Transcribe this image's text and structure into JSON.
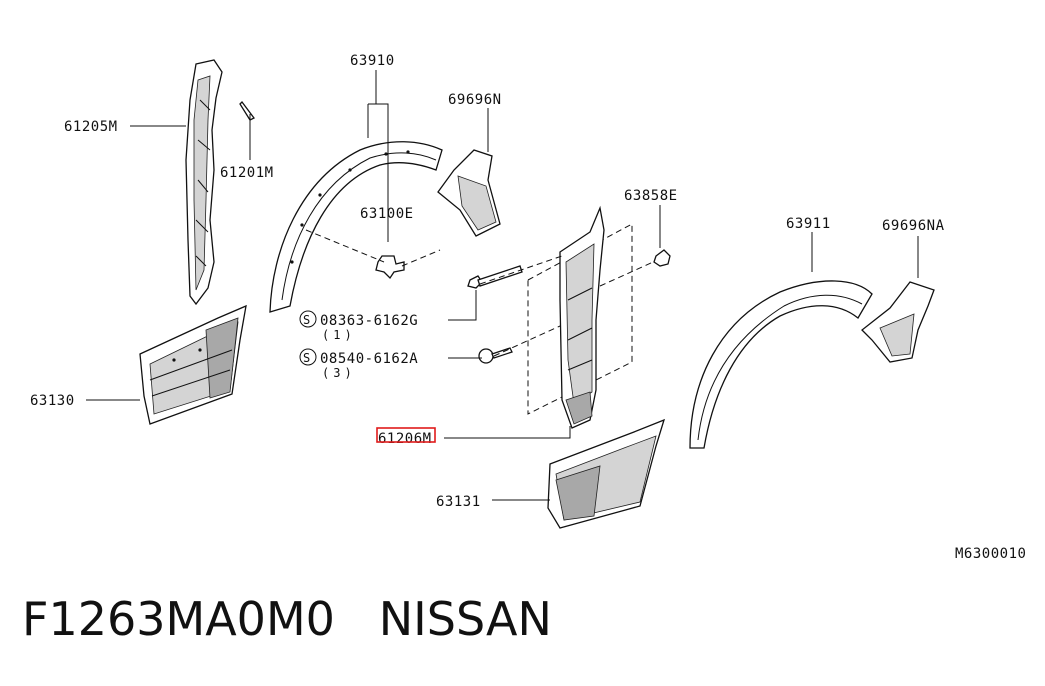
{
  "labels": {
    "p63910": "63910",
    "p69696n": "69696N",
    "p61205m": "61205M",
    "p61201m": "61201M",
    "p63100e": "63100E",
    "p63858e": "63858E",
    "p63911": "63911",
    "p69696na": "69696NA",
    "s_letter_1": "S",
    "p08363": "08363-6162G",
    "q1": "(1)",
    "s_letter_2": "S",
    "p08540": "08540-6162A",
    "q3": "(3)",
    "p63130": "63130",
    "p61206m": "61206M",
    "p63131": "63131",
    "ref": "M6300010"
  },
  "caption": "F1263MA0M0   NISSAN",
  "colors": {
    "highlight": "#e01b1b",
    "ink": "#111111"
  }
}
